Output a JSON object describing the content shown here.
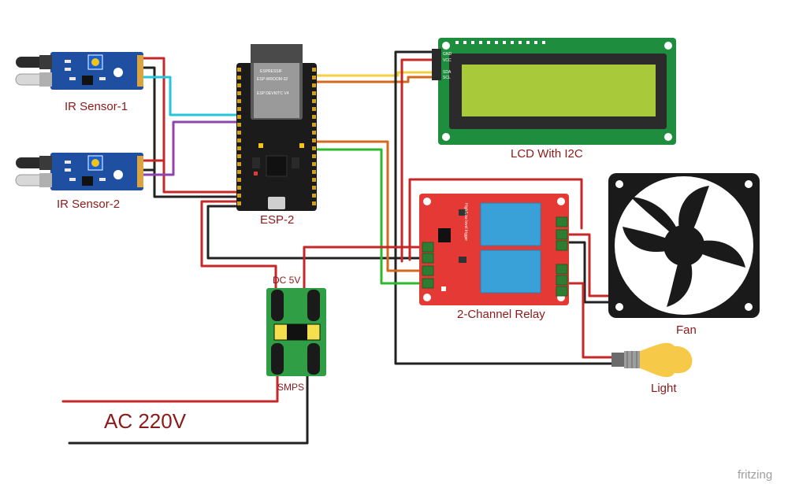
{
  "labels": {
    "ir1": "IR Sensor-1",
    "ir2": "IR Sensor-2",
    "esp": "ESP-2",
    "lcd": "LCD With I2C",
    "relay": "2-Channel Relay",
    "fan": "Fan",
    "light": "Light",
    "dc5v": "DC 5V",
    "smps": "SMPS",
    "ac": "AC 220V",
    "watermark": "fritzing"
  },
  "esp_chip": {
    "brand": "ESPRESSIF",
    "model": "ESP-WROOM-32",
    "board": "ESP DEVKITC V4"
  },
  "lcd_pins": [
    "GND",
    "VCC",
    "SDA",
    "SCL"
  ],
  "relay_text": "High/Low level trigger",
  "colors": {
    "wire_red": "#c62828",
    "wire_black": "#222222",
    "wire_cyan": "#26c6da",
    "wire_purple": "#8e44ad",
    "wire_yellow": "#f4d03f",
    "wire_orange": "#d2691e",
    "wire_green": "#2eb82e",
    "ir_board": "#1f4fa0",
    "esp_board": "#1b1b1b",
    "lcd_board": "#1e8e3e",
    "lcd_screen": "#a8c93a",
    "relay_board": "#e53935",
    "relay_cube": "#3aa0d8",
    "smps_board": "#2f9e44",
    "label_red": "#8b1a1a",
    "fan_body": "#1a1a1a",
    "bulb": "#f7c948"
  }
}
